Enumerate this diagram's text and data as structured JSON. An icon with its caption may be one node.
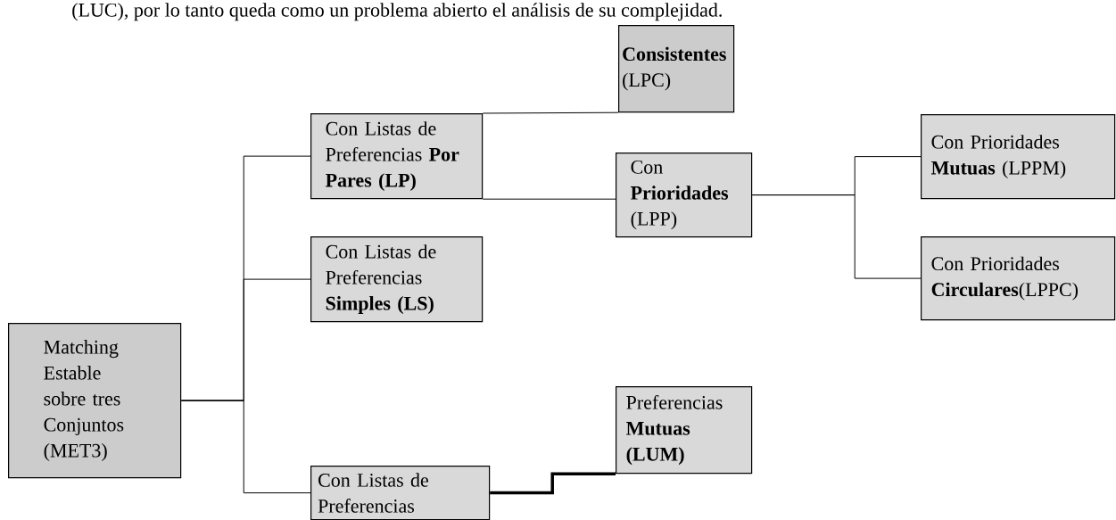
{
  "diagram": {
    "nodes": [
      {
        "text": [
          "Matching Estable sobre tres Conjuntos (MET3)"
        ]
      },
      {
        "text": [
          "Con Listas de Preferencias **Por Pares (LP)**"
        ]
      },
      {
        "text": [
          "**Consistentes** (LPC)"
        ]
      },
      {
        "text": [
          "Con **Prioridades** (LPP)"
        ]
      },
      {
        "text": [
          "Con Prioridades **Mutuas** (LPPM)"
        ]
      },
      {
        "text": [
          "Con Prioridades **Circulares**(LPPC)"
        ]
      },
      {
        "text": [
          "Con Listas de Preferencias **Simples (LS)**"
        ]
      },
      {
        "text": [
          "Preferencias **Mutuas (LUM)**"
        ]
      },
      {
        "text": [
          "Con Listas de Preferencias"
        ]
      }
    ],
    "edges": [
      {
        "from": 0,
        "to": 1,
        "arrow": "none"
      },
      {
        "from": 0,
        "to": 6,
        "arrow": "none"
      },
      {
        "from": 0,
        "to": 8,
        "arrow": "none"
      },
      {
        "from": 1,
        "to": 2,
        "arrow": "none"
      },
      {
        "from": 1,
        "to": 3,
        "arrow": "none"
      },
      {
        "from": 3,
        "to": 4,
        "arrow": "none"
      },
      {
        "from": 3,
        "to": 5,
        "arrow": "none"
      },
      {
        "from": 8,
        "to": 7,
        "arrow": "none",
        "style": "thick"
      }
    ],
    "labels": [
      "(LUC), por lo tanto queda como un problema abierto el análisis de su complejidad."
    ]
  }
}
